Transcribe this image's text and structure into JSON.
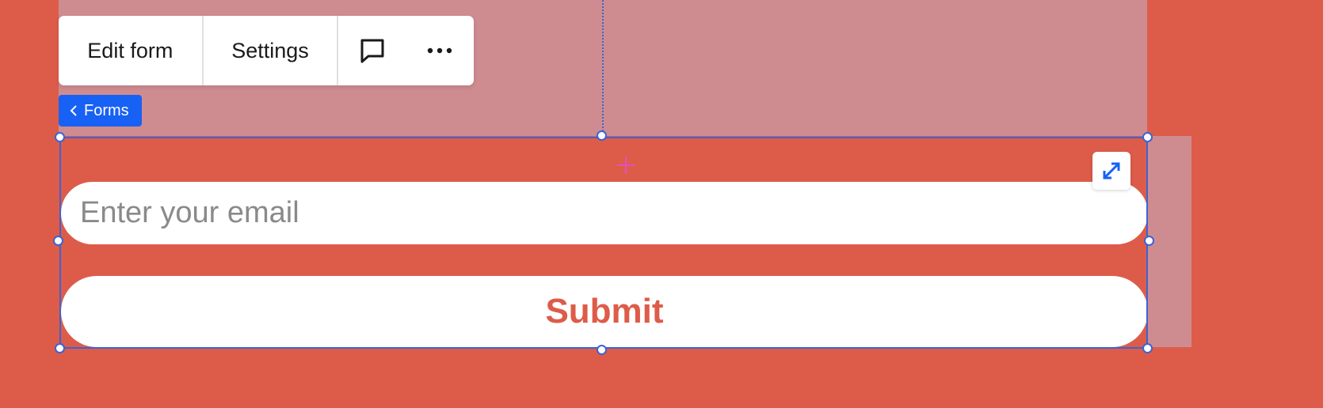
{
  "toolbar": {
    "edit_form_label": "Edit form",
    "settings_label": "Settings",
    "comment_icon": "comment-icon",
    "more_icon": "more-options-icon"
  },
  "breadcrumb": {
    "label": "Forms",
    "icon": "chevron-left-icon"
  },
  "form": {
    "email_placeholder": "Enter your email",
    "submit_label": "Submit"
  },
  "colors": {
    "background": "#dd5c49",
    "overlay": "#cf8c90",
    "accent": "#1761f5",
    "selection": "#3b63d6",
    "plus": "#e34fbd"
  }
}
